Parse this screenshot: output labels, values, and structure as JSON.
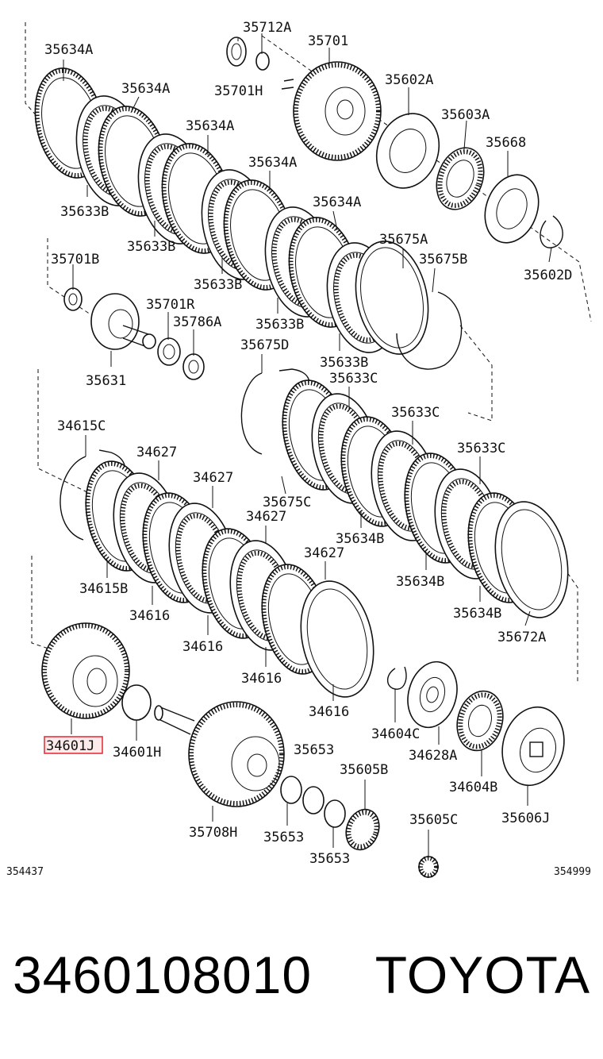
{
  "labels": {
    "l35712A": "35712A",
    "l35701": "35701",
    "l35634A_1": "35634A",
    "l35701H": "35701H",
    "l35634A_2": "35634A",
    "l35602A": "35602A",
    "l35634A_3": "35634A",
    "l35603A": "35603A",
    "l35634A_4": "35634A",
    "l35668": "35668",
    "l35634A_5": "35634A",
    "l35633B_1": "35633B",
    "l35633B_2": "35633B",
    "l35675A": "35675A",
    "l35701B": "35701B",
    "l35675B": "35675B",
    "l35602D": "35602D",
    "l35633B_3": "35633B",
    "l35701R": "35701R",
    "l35786A": "35786A",
    "l35633B_4": "35633B",
    "l35675D": "35675D",
    "l35631": "35631",
    "l35633B_5": "35633B",
    "l35633C_1": "35633C",
    "l35633C_2": "35633C",
    "l34615C": "34615C",
    "l34627_1": "34627",
    "l35633C_3": "35633C",
    "l34627_2": "34627",
    "l35675C": "35675C",
    "l34627_3": "34627",
    "l35634B_1": "35634B",
    "l34627_4": "34627",
    "l34615B": "34615B",
    "l35634B_2": "35634B",
    "l34616_1": "34616",
    "l35634B_3": "35634B",
    "l35672A": "35672A",
    "l34616_2": "34616",
    "l34616_3": "34616",
    "l34616_4": "34616",
    "l34604C": "34604C",
    "l34601J": "34601J",
    "l34601H": "34601H",
    "l35653_1": "35653",
    "l34628A": "34628A",
    "l35605B": "35605B",
    "l34604B": "34604B",
    "l35606J": "35606J",
    "l35708H": "35708H",
    "l35653_2": "35653",
    "l35605C": "35605C",
    "l35653_3": "35653",
    "code_left": "354437",
    "code_right": "354999"
  },
  "highlight_color": "#e8323c",
  "footer": {
    "part_number": "3460108010",
    "brand": "TOYOTA"
  }
}
